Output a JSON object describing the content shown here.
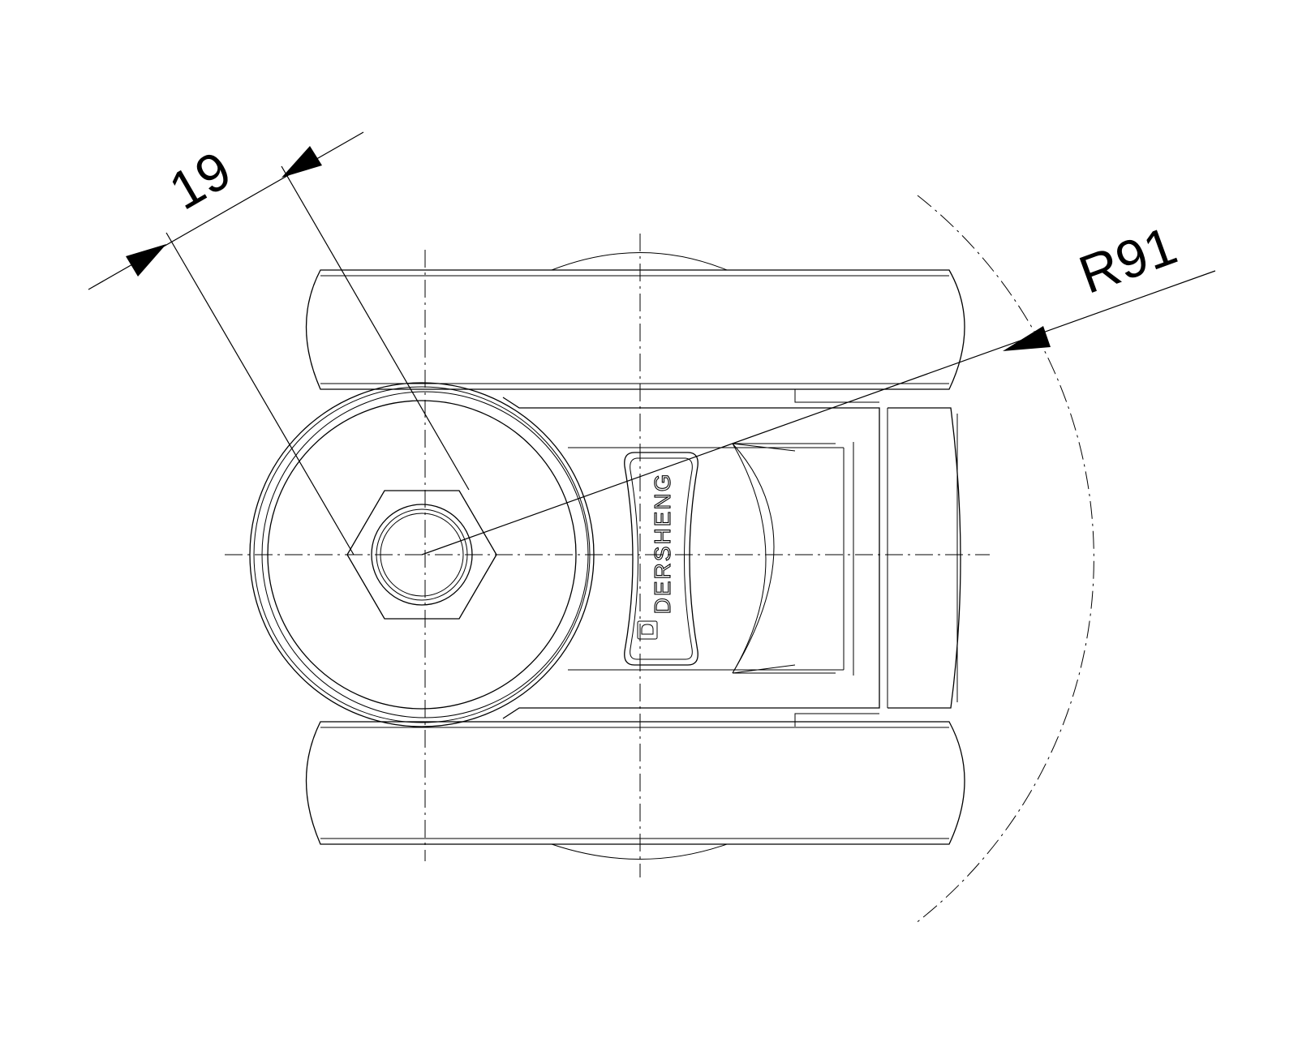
{
  "dimensions": {
    "offset_label": "19",
    "radius_label": "R91"
  },
  "brand": {
    "name": "DERSHENG",
    "logo_icon": "d-logo-icon"
  },
  "colors": {
    "line": "#000000",
    "background": "#ffffff"
  }
}
